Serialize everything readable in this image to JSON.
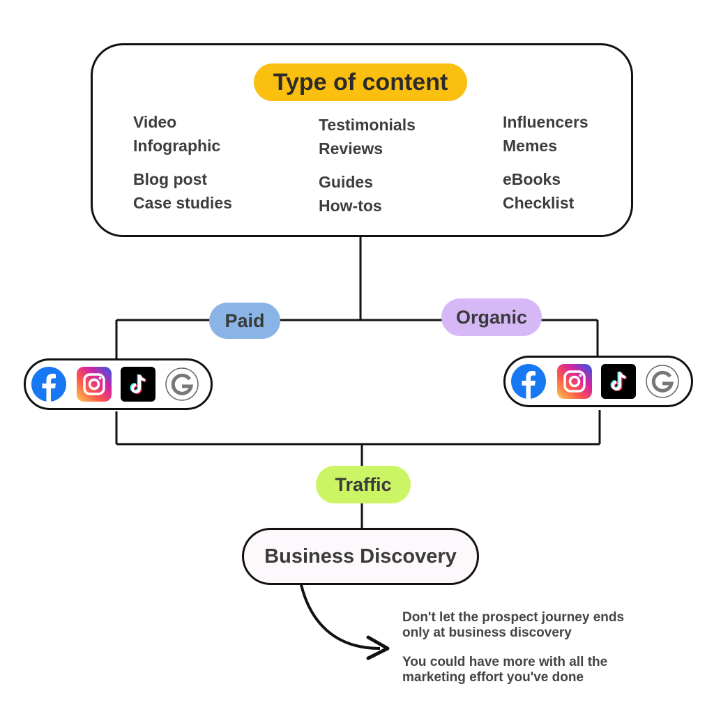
{
  "content_box": {
    "title": "Type of content",
    "columns": [
      {
        "group1": [
          "Video",
          "Infographic"
        ],
        "group2": [
          "Blog post",
          "Case studies"
        ]
      },
      {
        "group1": [
          "Testimonials",
          "Reviews"
        ],
        "group2": [
          "Guides",
          "How-tos"
        ]
      },
      {
        "group1": [
          "Influencers",
          "Memes"
        ],
        "group2": [
          "eBooks",
          "Checklist"
        ]
      }
    ]
  },
  "channels": {
    "paid_label": "Paid",
    "organic_label": "Organic",
    "icons": [
      "facebook-icon",
      "instagram-icon",
      "tiktok-icon",
      "google-icon"
    ]
  },
  "traffic_label": "Traffic",
  "discovery_label": "Business Discovery",
  "note": {
    "line1": "Don't let the prospect journey ends",
    "line2": "only at business discovery",
    "line3": "You could have more with all the",
    "line4": "marketing effort you've done"
  },
  "colors": {
    "title_pill": "#fbbf10",
    "paid_pill": "#8bb4e6",
    "organic_pill": "#d6b8f7",
    "traffic_pill": "#ccf565",
    "facebook": "#1877f2",
    "tiktok": "#000000"
  }
}
